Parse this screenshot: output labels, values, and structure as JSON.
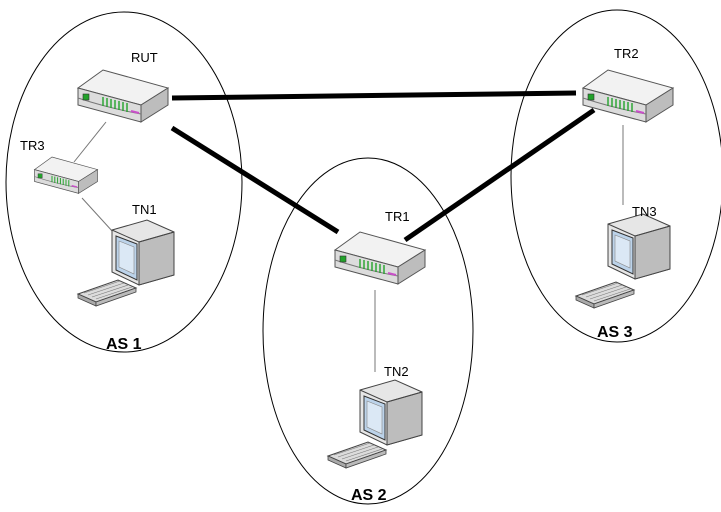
{
  "nodes": {
    "rut": {
      "label": "RUT",
      "icon": "router-icon"
    },
    "tr1": {
      "label": "TR1",
      "icon": "router-icon"
    },
    "tr2": {
      "label": "TR2",
      "icon": "router-icon"
    },
    "tr3": {
      "label": "TR3",
      "icon": "router-icon"
    },
    "tn1": {
      "label": "TN1",
      "icon": "computer-icon"
    },
    "tn2": {
      "label": "TN2",
      "icon": "computer-icon"
    },
    "tn3": {
      "label": "TN3",
      "icon": "computer-icon"
    }
  },
  "domains": {
    "as1": {
      "label": "AS 1"
    },
    "as2": {
      "label": "AS 2"
    },
    "as3": {
      "label": "AS 3"
    }
  },
  "links": [
    {
      "from": "RUT",
      "to": "TR2",
      "kind": "inter-domain"
    },
    {
      "from": "RUT",
      "to": "TR1",
      "kind": "inter-domain"
    },
    {
      "from": "TR1",
      "to": "TR2",
      "kind": "inter-domain"
    },
    {
      "from": "RUT",
      "to": "TR3",
      "kind": "intra-domain"
    },
    {
      "from": "TR3",
      "to": "TN1",
      "kind": "intra-domain"
    },
    {
      "from": "TR1",
      "to": "TN2",
      "kind": "intra-domain"
    },
    {
      "from": "TR2",
      "to": "TN3",
      "kind": "intra-domain"
    }
  ],
  "colors": {
    "device_body": "#e6e6e6",
    "device_dark": "#9a9a9a",
    "led_green": "#22a22a",
    "accent_magenta": "#c94fc9",
    "screen": "#bcd3ea"
  }
}
